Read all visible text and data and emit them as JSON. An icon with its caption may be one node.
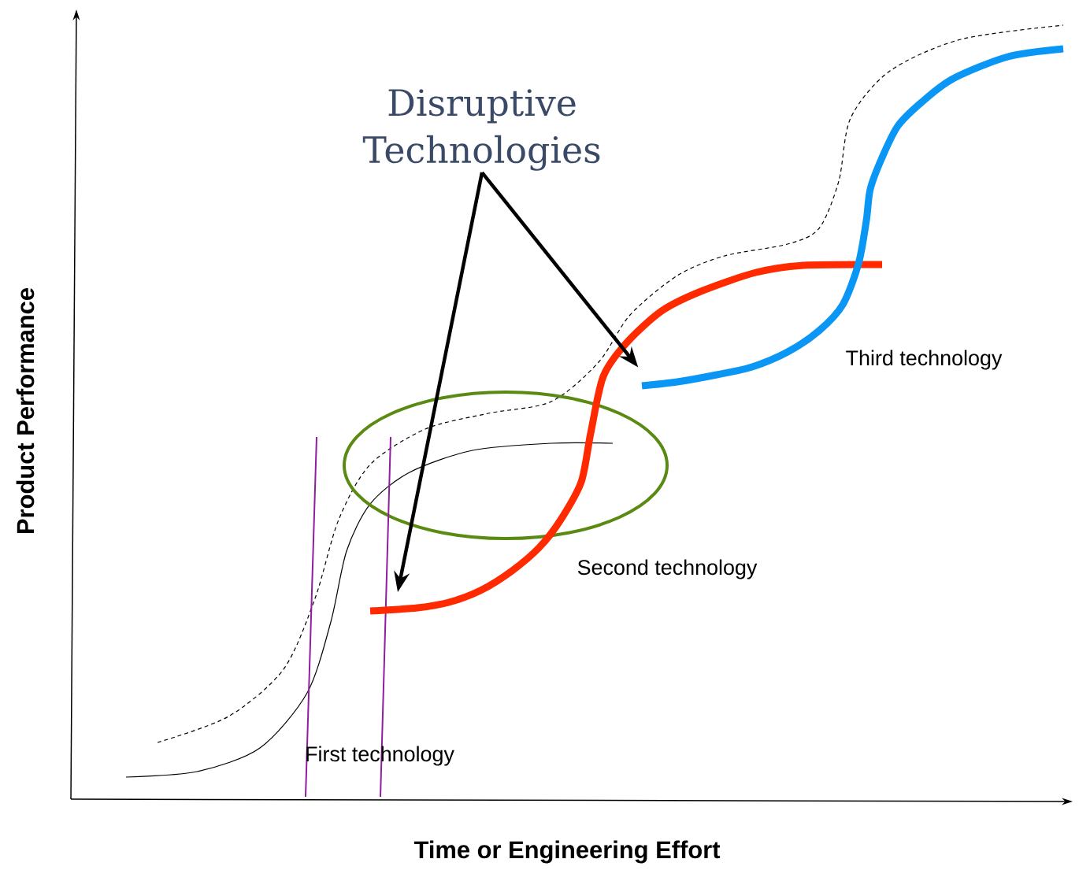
{
  "diagram": {
    "nodes": [
      {
        "text": [
          "Disruptive Technologies"
        ]
      },
      {
        "text": [],
        "shape": "curve"
      }
    ],
    "edges": [
      {
        "from": 0,
        "to": null,
        "arrow": "to"
      },
      {
        "from": 0,
        "to": 1,
        "arrow": "to"
      }
    ],
    "labels": [
      "Third technology",
      "Second technology",
      "First technology",
      "Product Performance",
      "Time or Engineering Effort"
    ]
  }
}
